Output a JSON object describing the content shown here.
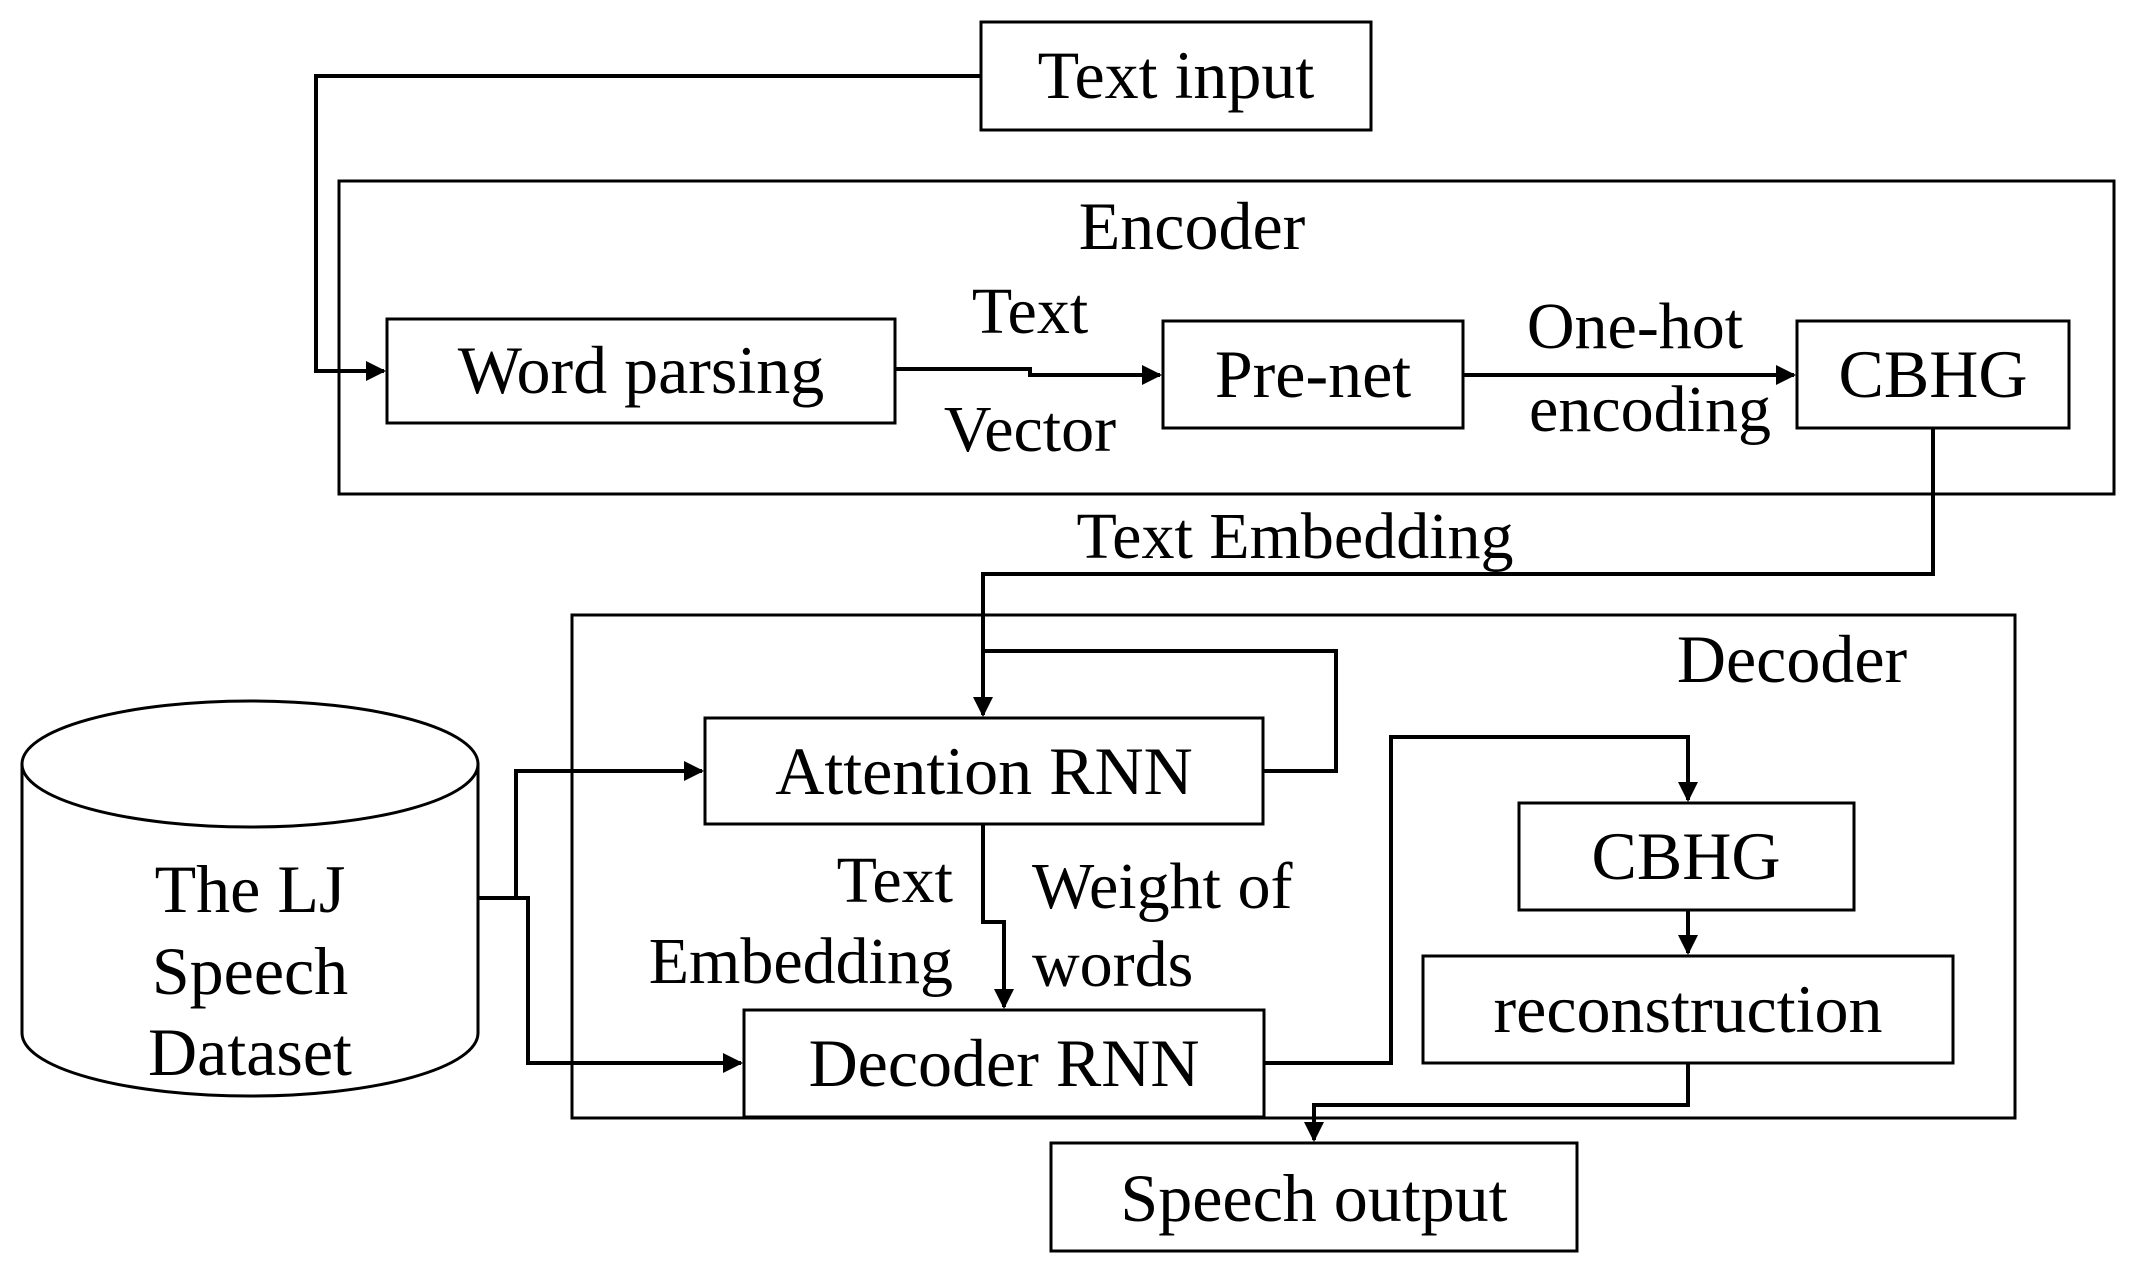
{
  "nodes": {
    "text_input": "Text input",
    "word_parsing": "Word parsing",
    "pre_net": "Pre-net",
    "cbhg_encoder": "CBHG",
    "attention_rnn": "Attention RNN",
    "decoder_rnn": "Decoder RNN",
    "cbhg_decoder": "CBHG",
    "reconstruction": "reconstruction",
    "speech_output": "Speech output",
    "dataset": [
      "The LJ",
      "Speech",
      "Dataset"
    ]
  },
  "groups": {
    "encoder": "Encoder",
    "decoder": "Decoder"
  },
  "edge_labels": {
    "text_vector": [
      "Text",
      "Vector"
    ],
    "one_hot_encoding": [
      "One-hot",
      "encoding"
    ],
    "text_embedding": "Text Embedding",
    "text_embedding_inner": [
      "Text",
      "Embedding"
    ],
    "weight_of_words": [
      "Weight of",
      "words"
    ]
  }
}
